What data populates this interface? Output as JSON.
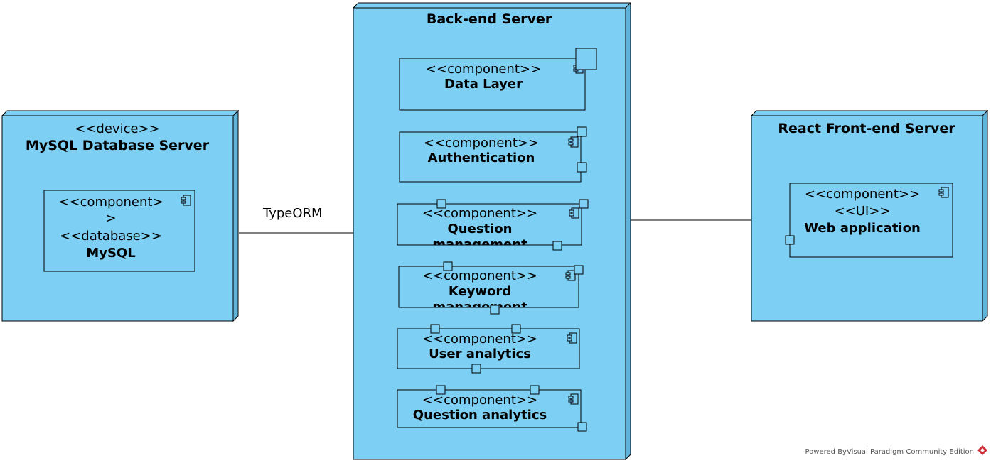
{
  "colors": {
    "node_fill": "#7dcff3",
    "node_side": "#5fb4dc",
    "stroke": "#000000",
    "logo": "#d0323c"
  },
  "nodes": {
    "mysql_server": {
      "stereotype": "<<device>>",
      "title": "MySQL Database Server"
    },
    "backend_server": {
      "title": "Back-end Server"
    },
    "react_server": {
      "title": "React Front-end Server"
    }
  },
  "components": {
    "mysql": {
      "stereo_lines": [
        "<<component>",
        ">",
        "<<database>>"
      ],
      "name": "MySQL"
    },
    "data_layer": {
      "stereotype": "<<component>>",
      "name": "Data Layer"
    },
    "authentication": {
      "stereotype": "<<component>>",
      "name": "Authentication"
    },
    "question_management": {
      "stereotype": "<<component>>",
      "name_lines": [
        "Question",
        "management"
      ]
    },
    "keyword_management": {
      "stereotype": "<<component>>",
      "name_lines": [
        "Keyword",
        "management"
      ]
    },
    "user_analytics": {
      "stereotype": "<<component>>",
      "name": "User analytics"
    },
    "question_analytics": {
      "stereotype": "<<component>>",
      "name": "Question analytics"
    },
    "web_application": {
      "stereotype": "<<component>>",
      "stereotype2": "<<UI>>",
      "name": "Web application"
    }
  },
  "connectors": {
    "db_link_label": "TypeORM"
  },
  "footer": {
    "text": "Powered ByVisual Paradigm Community Edition"
  }
}
